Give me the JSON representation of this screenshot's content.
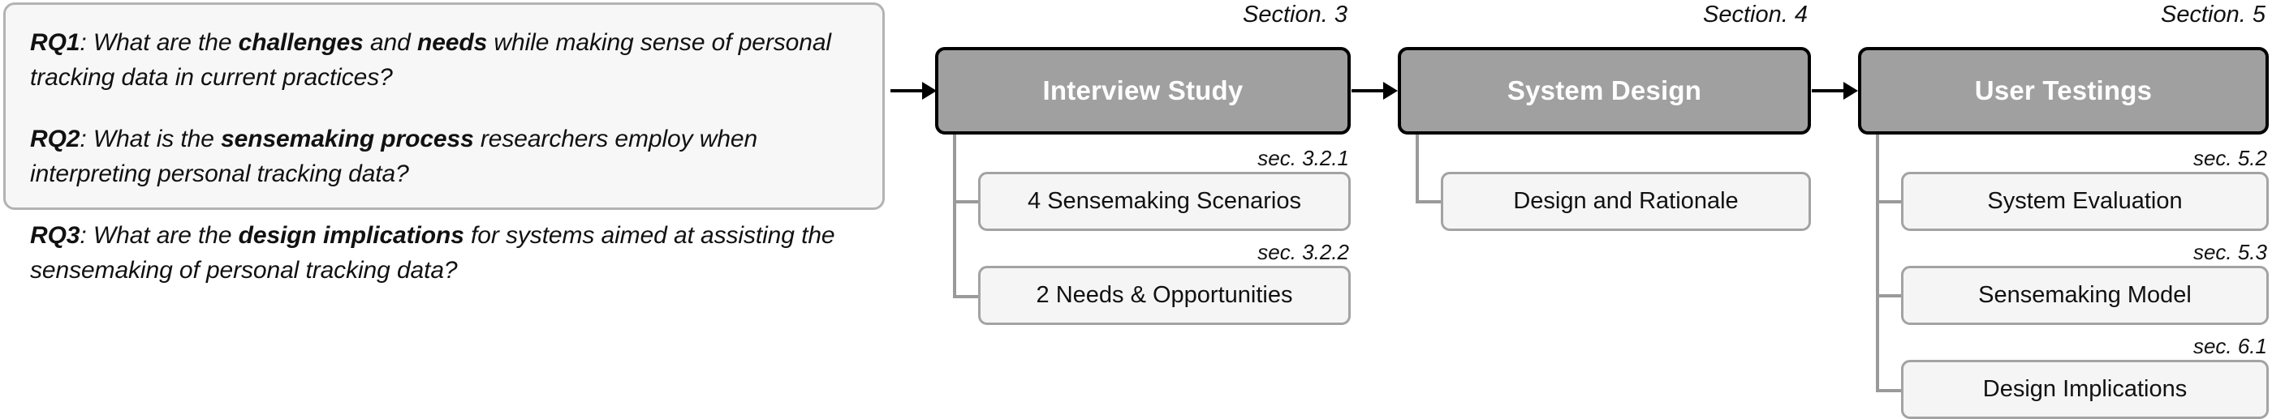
{
  "research_questions": {
    "panel_name": "research-questions-panel",
    "items": [
      {
        "tag": "RQ1",
        "text_parts": [
          {
            "t": ": What are the ",
            "bold": false
          },
          {
            "t": "challenges",
            "bold": true
          },
          {
            "t": " and ",
            "bold": false
          },
          {
            "t": "needs",
            "bold": true
          },
          {
            "t": " while making sense of personal tracking data in current practices?",
            "bold": false
          }
        ],
        "full_text": "RQ1: What are the challenges and needs while making sense of personal tracking data in current practices?"
      },
      {
        "tag": "RQ2",
        "text_parts": [
          {
            "t": ": What is the ",
            "bold": false
          },
          {
            "t": "sensemaking process",
            "bold": true
          },
          {
            "t": " researchers employ when interpreting personal tracking data?",
            "bold": false
          }
        ],
        "full_text": "RQ2: What is the sensemaking process researchers employ when interpreting personal tracking data?"
      },
      {
        "tag": "RQ3",
        "text_parts": [
          {
            "t": ": What are the ",
            "bold": false
          },
          {
            "t": "design implications",
            "bold": true
          },
          {
            "t": " for systems aimed at assisting the sensemaking of personal tracking data?",
            "bold": false
          }
        ],
        "full_text": "RQ3: What are the design implications for systems aimed at assisting the sensemaking of personal tracking data?"
      }
    ]
  },
  "stages": [
    {
      "id": "interview-study",
      "section_label": "Section. 3",
      "title": "Interview Study",
      "sub_items": [
        {
          "label": "sec. 3.2.1",
          "text": "4 Sensemaking Scenarios"
        },
        {
          "label": "sec. 3.2.2",
          "text": "2 Needs & Opportunities"
        }
      ]
    },
    {
      "id": "system-design",
      "section_label": "Section. 4",
      "title": "System Design",
      "sub_items": [
        {
          "label": "",
          "text": "Design and Rationale"
        }
      ]
    },
    {
      "id": "user-testings",
      "section_label": "Section. 5",
      "title": "User Testings",
      "sub_items": [
        {
          "label": "sec. 5.2",
          "text": "System Evaluation"
        },
        {
          "label": "sec. 5.3",
          "text": "Sensemaking Model"
        },
        {
          "label": "sec. 6.1",
          "text": "Design Implications"
        }
      ]
    }
  ],
  "colors": {
    "stage_fill": "#a0a0a0",
    "stage_border": "#000000",
    "stage_text": "#ffffff",
    "sub_fill": "#f5f5f5",
    "sub_border": "#a3a3a3",
    "panel_fill": "#f7f7f7",
    "panel_border": "#b3b3b3",
    "connector": "#9a9a9a",
    "arrow": "#000000",
    "text": "#111111",
    "background": "#ffffff"
  }
}
